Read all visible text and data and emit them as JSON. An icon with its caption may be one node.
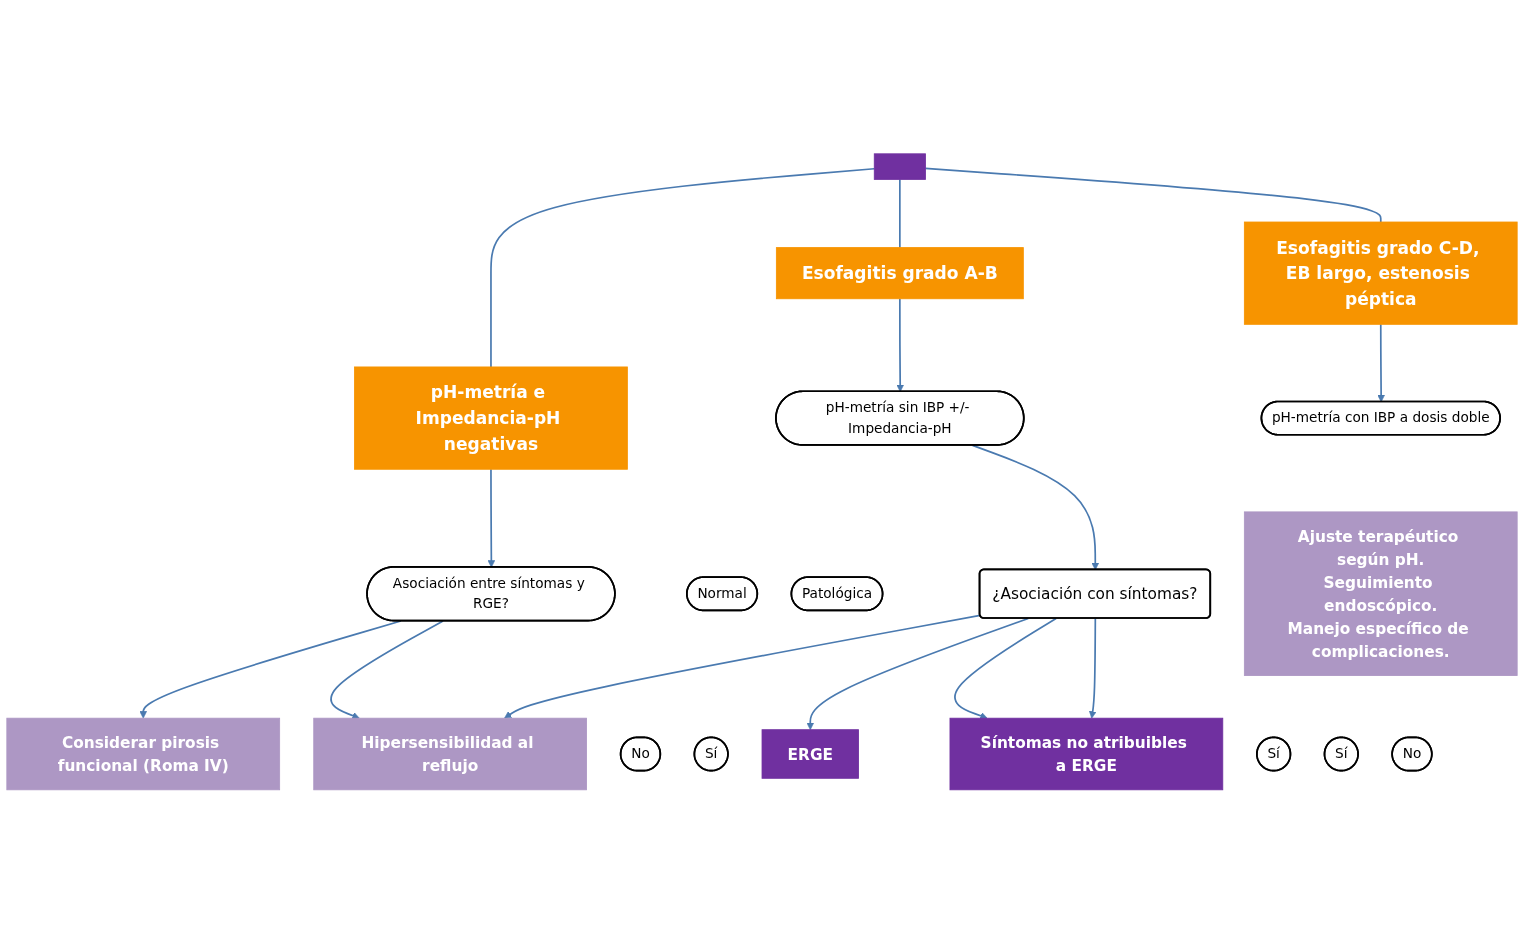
{
  "diagram": {
    "nodes": [
      {
        "text": [
          "pH-metría e Impedancia-pH negativas"
        ]
      },
      {
        "text": [
          "Esofagitis grado A-B"
        ]
      },
      {
        "text": [
          "Esofagitis grado C-D, EB largo, estenosis péptica"
        ]
      },
      {
        "text": [
          "Asociación entre síntomas y RGE?"
        ]
      },
      {
        "text": [
          "pH-metría sin IBP +/- Impedancia-pH"
        ]
      },
      {
        "text": [
          "pH-metría con IBP a dosis doble"
        ]
      },
      {
        "text": [
          "No"
        ]
      },
      {
        "text": [
          "Sí"
        ]
      },
      {
        "text": [
          "Considerar pirosis funcional (Roma IV)"
        ]
      },
      {
        "text": [
          "Hipersensibilidad al reflujo"
        ]
      },
      {
        "text": [
          "Normal"
        ]
      },
      {
        "text": [
          "Patológica"
        ]
      },
      {
        "text": [
          "¿Asociación con síntomas?"
        ]
      },
      {
        "text": [
          "Sí"
        ]
      },
      {
        "text": [
          "Sí"
        ]
      },
      {
        "text": [
          "ERGE"
        ]
      },
      {
        "text": [
          "No"
        ]
      },
      {
        "text": [
          "Síntomas no atribuibles a ERGE"
        ]
      },
      {
        "text": [
          "Ajuste terapéutico según pH.",
          "Seguimiento endoscópico.",
          "Manejo específico de complicaciones."
        ]
      },
      {
        "text": [],
        "shape": "bar"
      }
    ],
    "edges": [
      {
        "from": 19,
        "to": 0,
        "arrow": "none"
      },
      {
        "from": 19,
        "to": 1,
        "arrow": "none"
      },
      {
        "from": 19,
        "to": 2,
        "arrow": "none"
      },
      {
        "from": 0,
        "to": 3,
        "arrow": "to"
      },
      {
        "from": 1,
        "to": 4,
        "arrow": "to"
      },
      {
        "from": 2,
        "to": 5,
        "arrow": "to"
      },
      {
        "from": 3,
        "to": 8,
        "arrow": "to"
      },
      {
        "from": 3,
        "to": 9,
        "arrow": "to"
      },
      {
        "from": 4,
        "to": 12,
        "arrow": "to"
      },
      {
        "from": 12,
        "to": 9,
        "arrow": "to"
      },
      {
        "from": 12,
        "to": 15,
        "arrow": "to"
      },
      {
        "from": 12,
        "to": 17,
        "arrow": "to"
      },
      {
        "from": 12,
        "to": 17,
        "arrow": "to"
      }
    ]
  }
}
